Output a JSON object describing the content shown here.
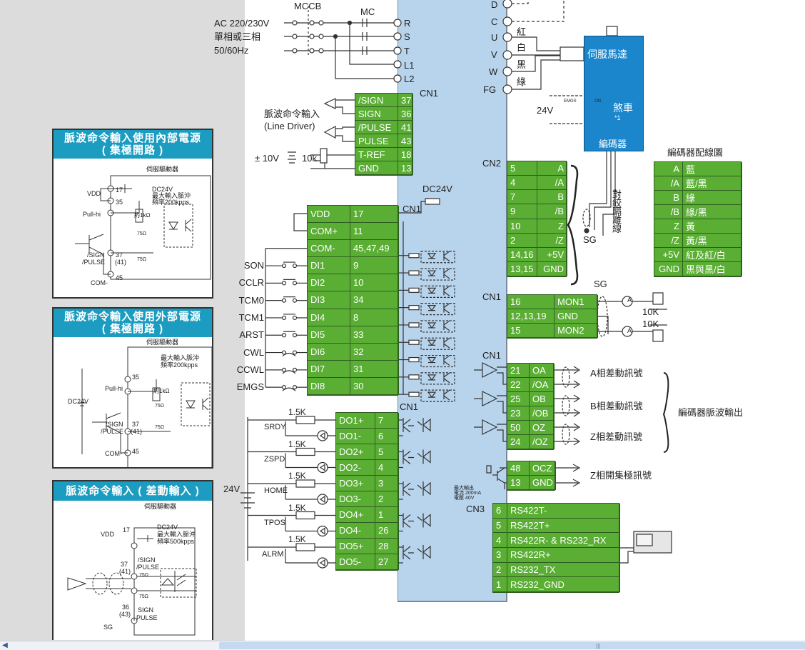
{
  "power": {
    "mccb": "MCCB",
    "mc": "MC",
    "ac": "AC 220/230V",
    "phase": "單相或三相",
    "freq": "50/60Hz",
    "terminals": [
      "R",
      "S",
      "T",
      "L1",
      "L2"
    ]
  },
  "motor_terminals": [
    "D",
    "C",
    "U",
    "V",
    "W",
    "FG"
  ],
  "motor_wire_colors": [
    "紅",
    "白",
    "黑",
    "綠"
  ],
  "motor": {
    "title": "伺服馬達",
    "brake": "煞車",
    "brake_note": "*1",
    "encoder": "編碼器",
    "emgs": "EMGS",
    "on": "ON",
    "v24": "24V"
  },
  "cn_labels": {
    "cn1_pulse": "CN1",
    "cn1_dc": "CN1",
    "dc24v": "DC24V",
    "cn2": "CN2",
    "cn1_mon": "CN1",
    "cn1_enc": "CN1",
    "cn1_do": "CN1",
    "cn3": "CN3"
  },
  "pulse_input": {
    "label": "脈波命令輸入",
    "sub": "(Line Driver)",
    "pm10v": "± 10V",
    "pot": "10k",
    "rows": [
      [
        "/SIGN",
        "37"
      ],
      [
        "SIGN",
        "36"
      ],
      [
        "/PULSE",
        "41"
      ],
      [
        "PULSE",
        "43"
      ],
      [
        "T-REF",
        "18"
      ],
      [
        "GND",
        "13"
      ]
    ]
  },
  "di": {
    "rows": [
      [
        "VDD",
        "17"
      ],
      [
        "COM+",
        "11"
      ],
      [
        "COM-",
        "45,47,49"
      ],
      [
        "DI1",
        "9"
      ],
      [
        "DI2",
        "10"
      ],
      [
        "DI3",
        "34"
      ],
      [
        "DI4",
        "8"
      ],
      [
        "DI5",
        "33"
      ],
      [
        "DI6",
        "32"
      ],
      [
        "DI7",
        "31"
      ],
      [
        "DI8",
        "30"
      ]
    ],
    "signals": [
      "SON",
      "CCLR",
      "TCM0",
      "TCM1",
      "ARST",
      "CWL",
      "CCWL",
      "EMGS"
    ]
  },
  "do": {
    "rows": [
      [
        "DO1+",
        "7"
      ],
      [
        "DO1-",
        "6"
      ],
      [
        "DO2+",
        "5"
      ],
      [
        "DO2-",
        "4"
      ],
      [
        "DO3+",
        "3"
      ],
      [
        "DO3-",
        "2"
      ],
      [
        "DO4+",
        "1"
      ],
      [
        "DO4-",
        "26"
      ],
      [
        "DO5+",
        "28"
      ],
      [
        "DO5-",
        "27"
      ]
    ],
    "signals": [
      "SRDY",
      "ZSPD",
      "HOME",
      "TPOS",
      "ALRM"
    ],
    "resistor": "1.5K",
    "v24": "24V"
  },
  "cn2": {
    "rows": [
      [
        "5",
        "A"
      ],
      [
        "4",
        "/A"
      ],
      [
        "7",
        "B"
      ],
      [
        "9",
        "/B"
      ],
      [
        "10",
        "Z"
      ],
      [
        "2",
        "/Z"
      ],
      [
        "14,16",
        "+5V"
      ],
      [
        "13,15",
        "GND"
      ]
    ],
    "sg": "SG",
    "twisted": "對絞隔離線"
  },
  "encoder_colors": {
    "title": "編碼器配線圖",
    "rows": [
      [
        "A",
        "藍"
      ],
      [
        "/A",
        "藍/黑"
      ],
      [
        "B",
        "綠"
      ],
      [
        "/B",
        "綠/黑"
      ],
      [
        "Z",
        "黃"
      ],
      [
        "/Z",
        "黃/黑"
      ],
      [
        "+5V",
        "紅及紅/白"
      ],
      [
        "GND",
        "黑與黑/白"
      ]
    ]
  },
  "mon": {
    "rows": [
      [
        "16",
        "MON1"
      ],
      [
        "12,13,19",
        "GND"
      ],
      [
        "15",
        "MON2"
      ]
    ],
    "sg": "SG",
    "r1": "10K",
    "r2": "10K",
    "meter": "A"
  },
  "enc_out": {
    "rows": [
      [
        "21",
        "OA"
      ],
      [
        "22",
        "/OA"
      ],
      [
        "25",
        "OB"
      ],
      [
        "23",
        "/OB"
      ],
      [
        "50",
        "OZ"
      ],
      [
        "24",
        "/OZ"
      ]
    ],
    "labels": [
      "A相差動訊號",
      "B相差動訊號",
      "Z相差動訊號"
    ],
    "group": "編碼器脈波輸出"
  },
  "ocz": {
    "rows": [
      [
        "48",
        "OCZ"
      ],
      [
        "13",
        "GND"
      ]
    ],
    "label": "Z相開集極訊號",
    "spec1": "最大輸出",
    "spec2": "電流 200mA",
    "spec3": "電壓 40V"
  },
  "cn3": {
    "rows": [
      [
        "6",
        "RS422T-"
      ],
      [
        "5",
        "RS422T+"
      ],
      [
        "4",
        "RS422R- & RS232_RX"
      ],
      [
        "3",
        "RS422R+"
      ],
      [
        "2",
        "RS232_TX"
      ],
      [
        "1",
        "RS232_GND"
      ]
    ]
  },
  "insets": [
    {
      "title1": "脈波命令輸入使用內部電源",
      "title2": "( 集極開路 )",
      "driver": "伺服驅動器",
      "dc": "DC24V",
      "max": "最大輸入脈沖",
      "freq": "頻率200kpps",
      "vdd": "VDD",
      "p17": "17",
      "p35": "35",
      "pullhi": "Pull-hi",
      "r1k": "約1kΩ",
      "r75a": "75Ω",
      "r75b": "75Ω",
      "sig": "/SIGN",
      "pul": "/PULSE",
      "p37": "37",
      "p41": "(41)",
      "p45": "45",
      "com": "COM-"
    },
    {
      "title1": "脈波命令輸入使用外部電源",
      "title2": "( 集極開路 )",
      "driver": "伺服驅動器",
      "max": "最大輸入脈沖",
      "freq": "頻率200kpps",
      "dc": "DC24V",
      "p35": "35",
      "pullhi": "Pull-hi",
      "r1k": "約1kΩ",
      "r75a": "75Ω",
      "r75b": "75Ω",
      "sig": "/SIGN",
      "pul": "/PULSE",
      "p37": "37",
      "p41": "(41)",
      "p45": "45",
      "com": "COM-"
    },
    {
      "title1": "脈波命令輸入 ( 差動輸入 )",
      "driver": "伺服驅動器",
      "dc": "DC24V",
      "max": "最大輸入脈沖",
      "freq": "頻率500kpps",
      "vdd": "VDD",
      "p17": "17",
      "p37": "37",
      "p41": "(41)",
      "sig": "/SIGN",
      "pul": "/PULSE",
      "r75a": "75Ω",
      "r75b": "75Ω",
      "p36": "36",
      "p43": "(43)",
      "sig2": "SIGN",
      "pul2": "PULSE",
      "sg": "SG"
    }
  ],
  "colors": {
    "terminal_green": "#5aae34",
    "driver_body": "#b8d4ec",
    "motor_blue": "#1b86cb",
    "inset_header": "#1b9cc0",
    "panel_gray": "#dcdcdc"
  }
}
